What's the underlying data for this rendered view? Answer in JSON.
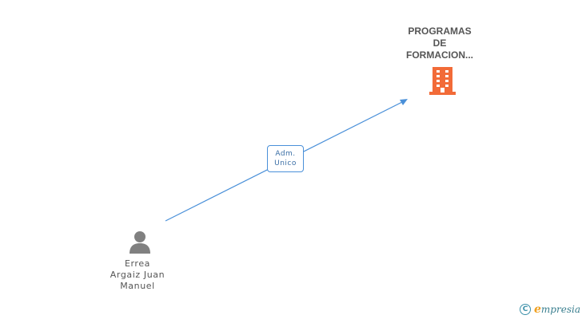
{
  "company": {
    "name_lines": [
      "PROGRAMAS",
      "DE",
      "FORMACION..."
    ],
    "icon": "building-icon",
    "icon_color": "#f26b38"
  },
  "person": {
    "name_lines": [
      "Errea",
      "Argaiz Juan",
      "Manuel"
    ],
    "icon": "person-icon",
    "icon_color": "#808080"
  },
  "relation": {
    "role_lines": [
      "Adm.",
      "Unico"
    ],
    "line_color": "#4a90d9"
  },
  "watermark": {
    "copyright_symbol": "C",
    "brand_initial": "e",
    "brand_rest": "mpresia"
  }
}
